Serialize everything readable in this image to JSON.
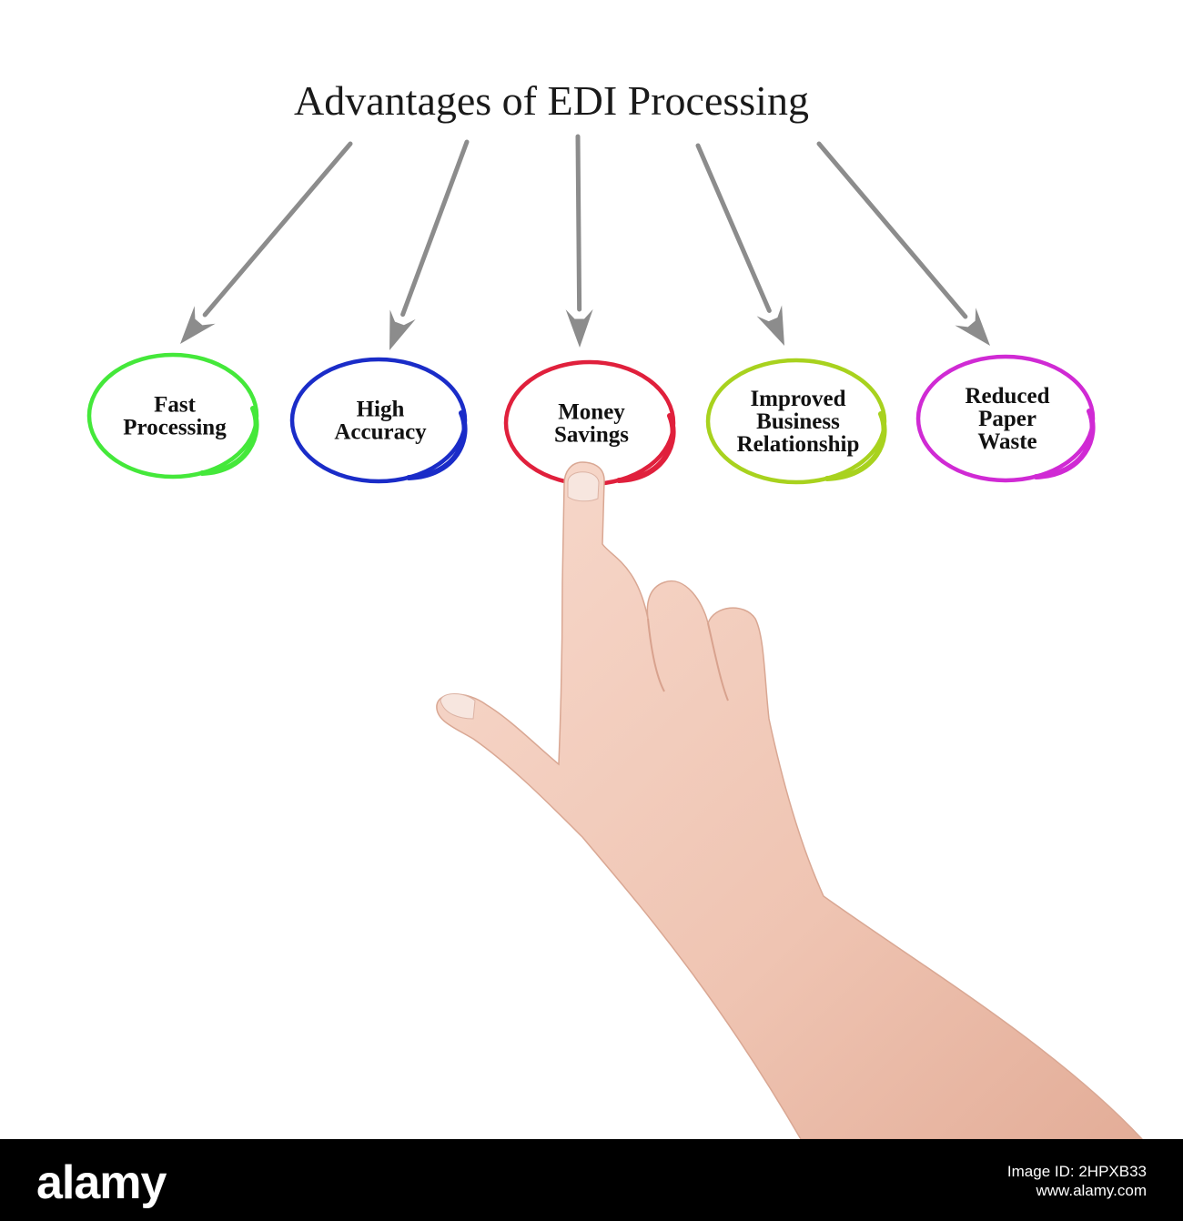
{
  "title": "Advantages of EDI Processing",
  "arrow_color": "#8c8c8c",
  "nodes": [
    {
      "lines": [
        "Fast",
        "Processing"
      ],
      "color": "#44e83a"
    },
    {
      "lines": [
        "High",
        "Accuracy"
      ],
      "color": "#1a2cc8"
    },
    {
      "lines": [
        "Money",
        "Savings"
      ],
      "color": "#e0203c"
    },
    {
      "lines": [
        "Improved",
        "Business",
        "Relationship"
      ],
      "color": "#a8d21e"
    },
    {
      "lines": [
        "Reduced",
        "Paper",
        "Waste"
      ],
      "color": "#d02ad4"
    }
  ],
  "watermark": {
    "logo": "alamy",
    "image_id_label": "Image ID: 2HPXB33",
    "url": "www.alamy.com"
  }
}
